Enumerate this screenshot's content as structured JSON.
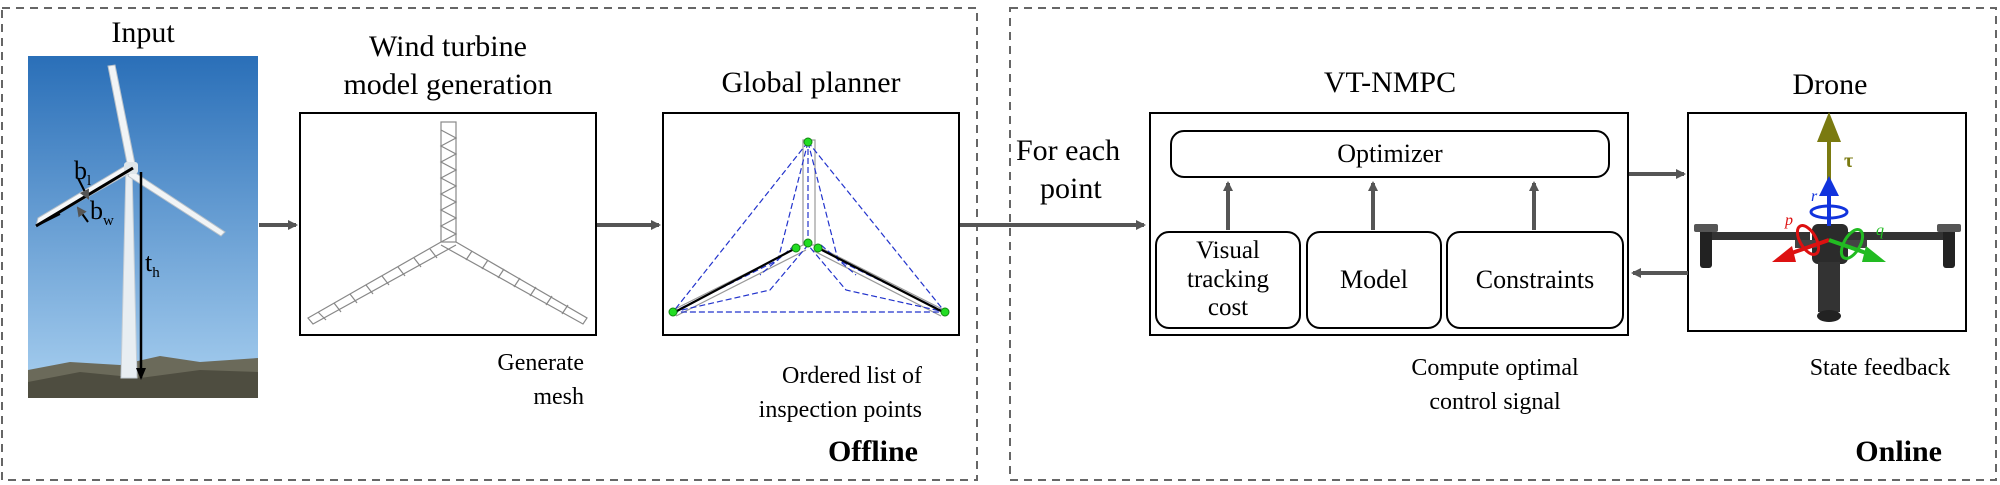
{
  "offline": {
    "label": "Offline",
    "input": {
      "title": "Input",
      "dim_bl": "b",
      "dim_bl_sub": "l",
      "dim_bw": "b",
      "dim_bw_sub": "w",
      "dim_th": "t",
      "dim_th_sub": "h"
    },
    "model_gen": {
      "title_line1": "Wind turbine",
      "title_line2": "model generation",
      "caption_line1": "Generate",
      "caption_line2": "mesh"
    },
    "global_planner": {
      "title": "Global planner",
      "caption_line1": "Ordered list of",
      "caption_line2": "inspection points"
    }
  },
  "transition": {
    "line1": "For each",
    "line2": "point"
  },
  "online": {
    "label": "Online",
    "vt_nmpc": {
      "title": "VT-NMPC",
      "optimizer": "Optimizer",
      "visual_line1": "Visual",
      "visual_line2": "tracking",
      "visual_line3": "cost",
      "model": "Model",
      "constraints": "Constraints",
      "caption_line1": "Compute optimal",
      "caption_line2": "control signal"
    },
    "drone": {
      "title": "Drone",
      "caption": "State feedback",
      "label_tau": "τ",
      "label_r": "r",
      "label_p": "p",
      "label_q": "q"
    }
  },
  "colors": {
    "frame_dash": "#666666",
    "arrow": "#555555",
    "sky_top": "#2a6fb8",
    "sky_bottom": "#9cc7ec",
    "route_blue": "#2233cc",
    "waypoint_green": "#22dd22",
    "thrust_olive": "#7a7a10",
    "roll_blue": "#1133dd",
    "pitch_red": "#dd1111",
    "yaw_green": "#22bb22"
  }
}
